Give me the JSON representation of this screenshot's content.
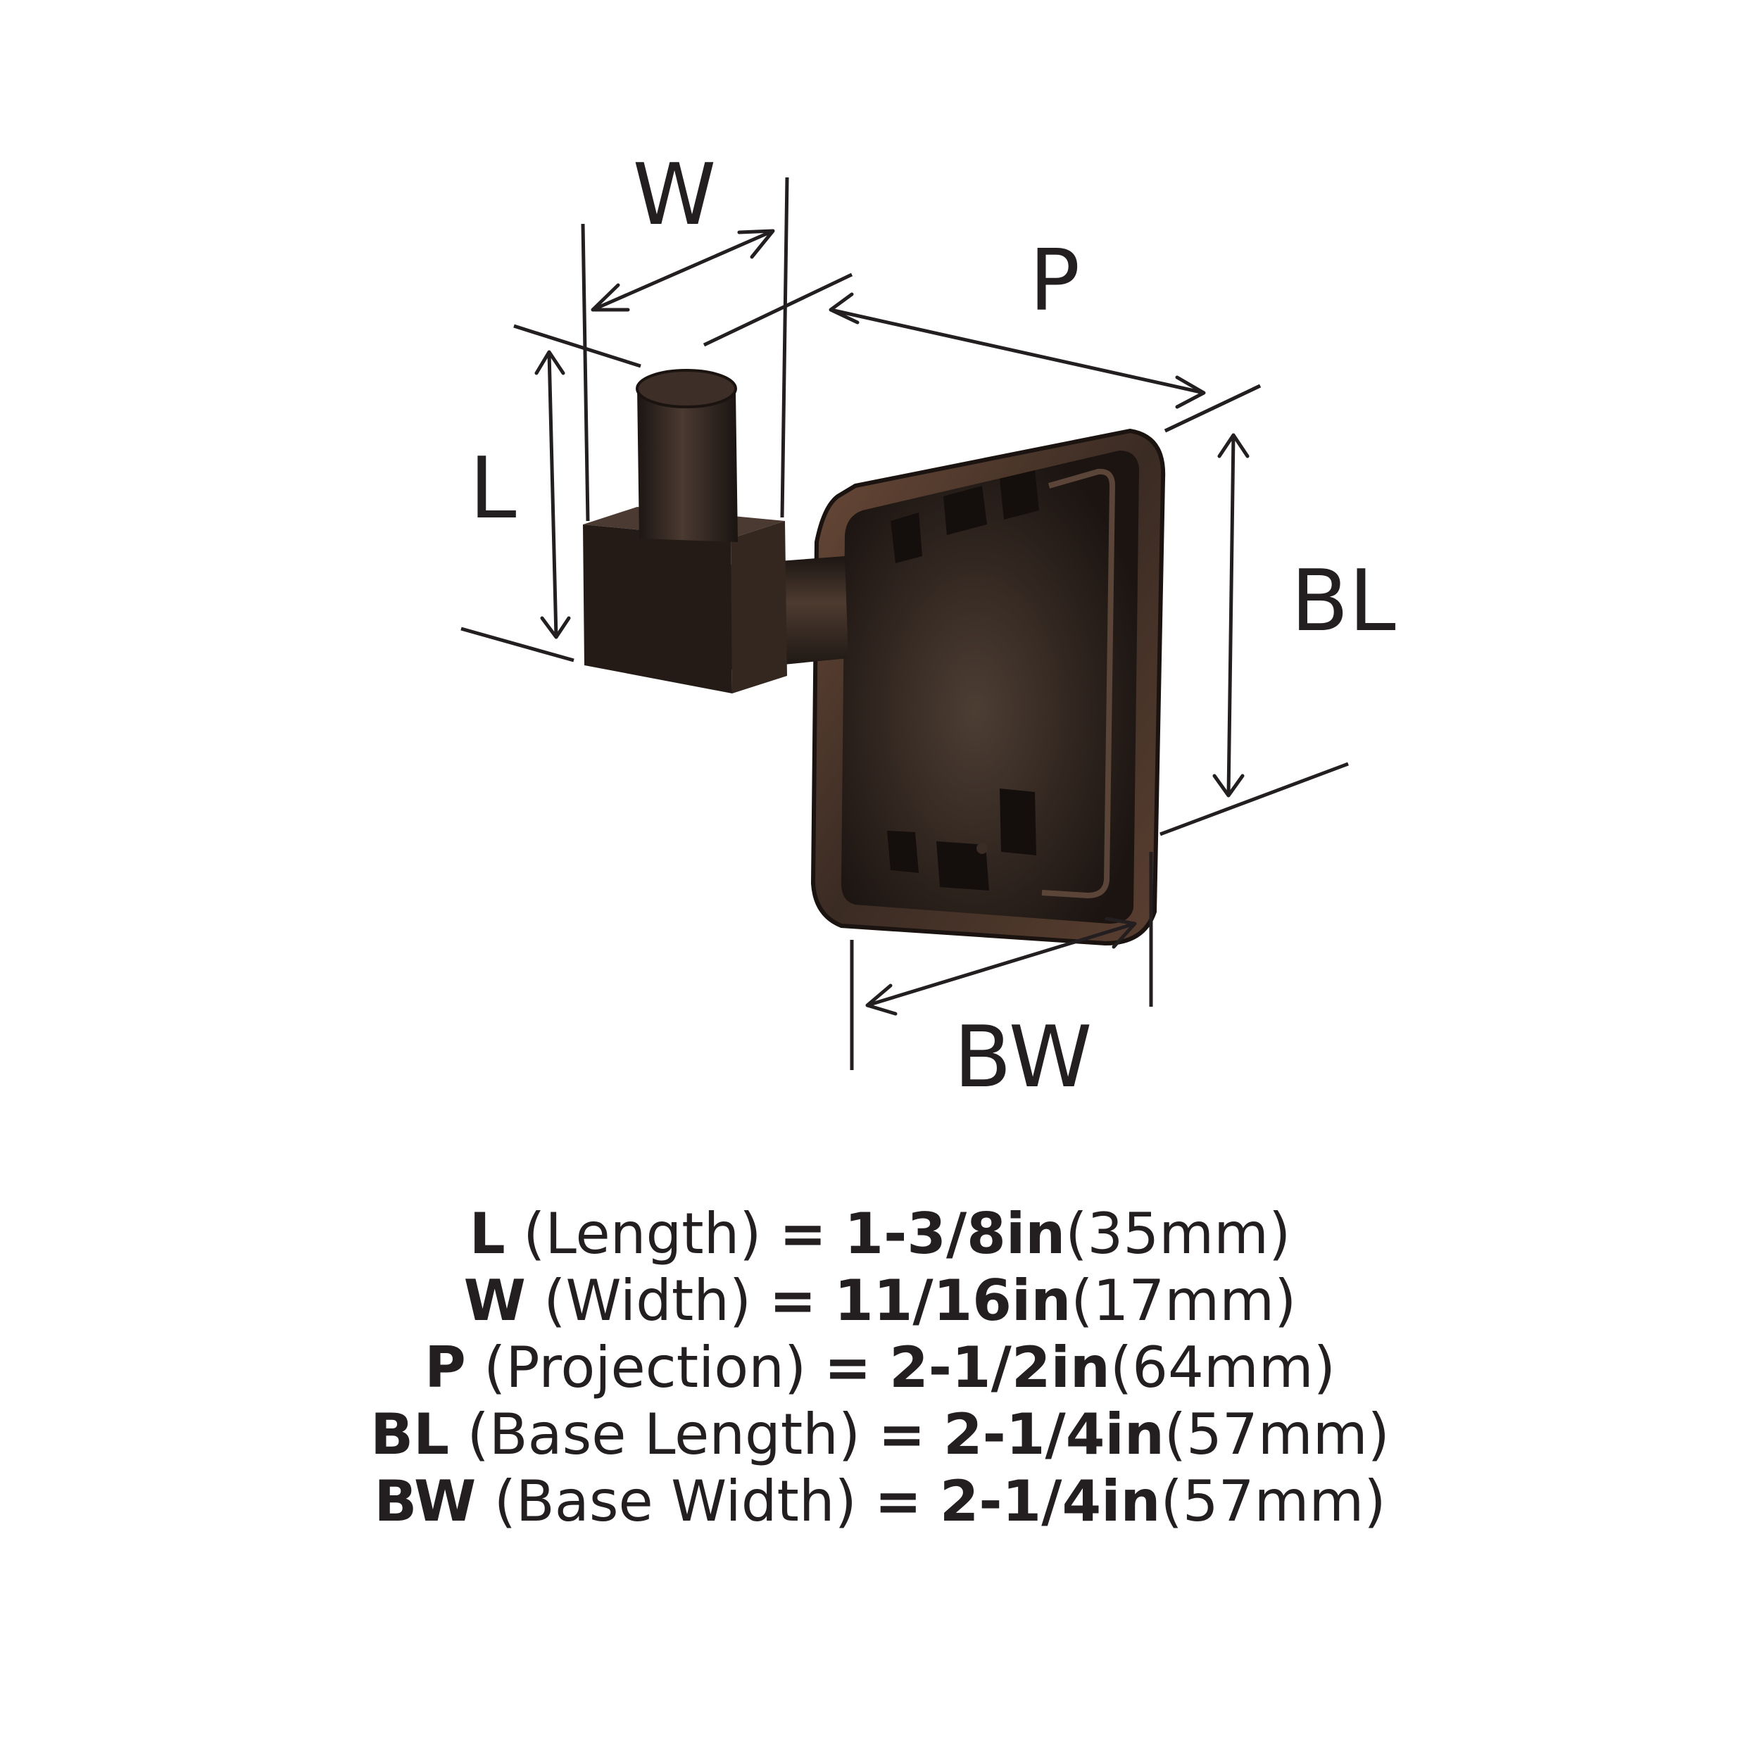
{
  "diagram": {
    "labels": {
      "w": "W",
      "p": "P",
      "l": "L",
      "bl": "BL",
      "bw": "BW"
    },
    "finish_color": "#2e211b"
  },
  "specs": [
    {
      "symbol": "L",
      "name": "(Length)",
      "equals": "=",
      "imperial": "1-3/8in",
      "metric": "(35mm)"
    },
    {
      "symbol": "W",
      "name": "(Width)",
      "equals": "=",
      "imperial": "11/16in",
      "metric": "(17mm)"
    },
    {
      "symbol": "P",
      "name": "(Projection)",
      "equals": "=",
      "imperial": "2-1/2in",
      "metric": "(64mm)"
    },
    {
      "symbol": "BL",
      "name": "(Base Length)",
      "equals": "=",
      "imperial": "2-1/4in",
      "metric": "(57mm)"
    },
    {
      "symbol": "BW",
      "name": "(Base Width)",
      "equals": "=",
      "imperial": "2-1/4in",
      "metric": "(57mm)"
    }
  ]
}
